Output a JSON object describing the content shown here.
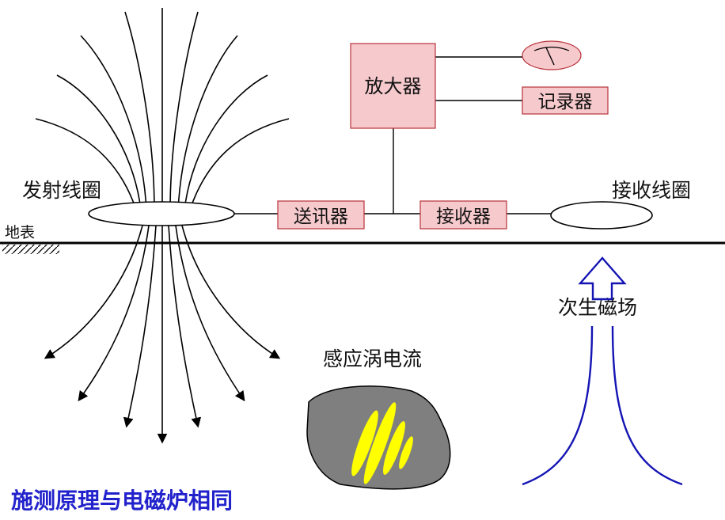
{
  "labels": {
    "transmit_coil": "发射线圈",
    "receive_coil": "接收线圈",
    "ground_surface": "地表",
    "secondary_field": "次生磁场",
    "eddy_current": "感应涡电流",
    "caption": "施测原理与电磁炉相同"
  },
  "boxes": {
    "amplifier": "放大器",
    "recorder": "记录器",
    "transmitter": "送讯器",
    "receiver": "接收器"
  },
  "icons": {
    "meter": "meter-gauge-icon",
    "arrow": "up-arrow-icon"
  },
  "colors": {
    "box_fill": "#f6c9cc",
    "box_stroke": "#b8323b",
    "caption": "#2222cc",
    "secondary_field": "#1414b4",
    "eddy_body": "#7f7f7f",
    "eddy_current": "#ffff00"
  }
}
